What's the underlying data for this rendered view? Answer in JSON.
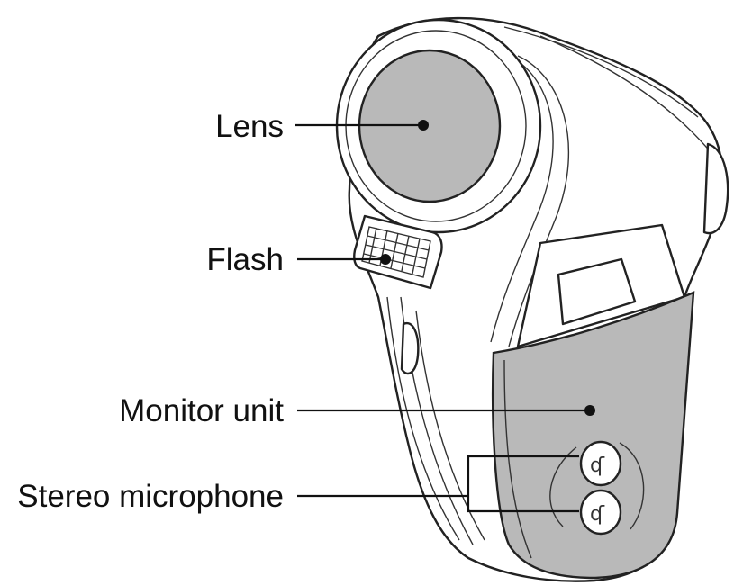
{
  "diagram": {
    "labels": {
      "lens": "Lens",
      "flash": "Flash",
      "monitor": "Monitor unit",
      "microphone": "Stereo microphone"
    }
  }
}
